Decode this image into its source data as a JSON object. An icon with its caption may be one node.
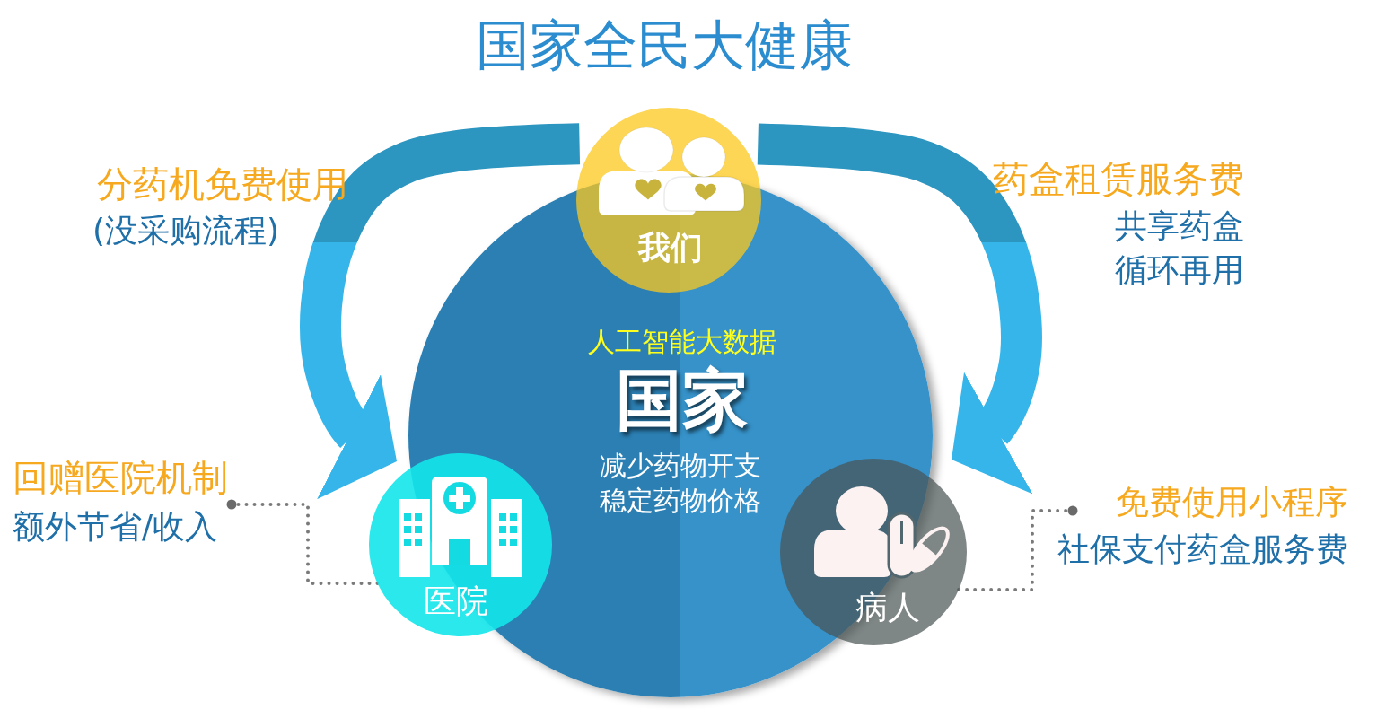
{
  "diagram": {
    "title": "国家全民大健康",
    "nodes": [
      {
        "text": [
          "我们"
        ]
      },
      {
        "text": [
          "人工智能大数据",
          "国家",
          "减少药物开支",
          "稳定药物价格"
        ]
      },
      {
        "text": [
          "回赠医院机制",
          "额外节省/收入"
        ]
      },
      {
        "text": [
          "医院"
        ]
      },
      {
        "text": [
          "病人"
        ]
      },
      {
        "text": [
          "免费使用小程序",
          "社保支付药盒服务费"
        ]
      }
    ],
    "edges": [
      {
        "from": 0,
        "to": 3,
        "arrow": "to",
        "style": "thick",
        "color": "#35b5ea"
      },
      {
        "from": 0,
        "to": 4,
        "arrow": "to",
        "style": "thick",
        "color": "#35b5ea"
      },
      {
        "from": 3,
        "to": 2,
        "arrow": "other",
        "style": "dashed",
        "color": "#7a7a7a"
      },
      {
        "from": 4,
        "to": 5,
        "arrow": "other",
        "style": "dashed",
        "color": "#7a7a7a"
      }
    ],
    "labels": [
      "分药机免费使用",
      "(没采购流程)",
      "药盒租赁服务费",
      "共享药盒",
      "循环再用"
    ]
  }
}
